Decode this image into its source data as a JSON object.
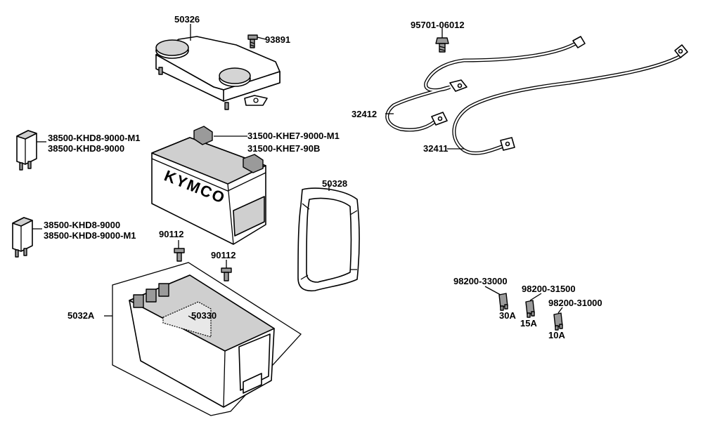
{
  "diagram": {
    "parts": {
      "p50326": "50326",
      "p93891": "93891",
      "p95701": "95701-06012",
      "p32412": "32412",
      "p32411": "32411",
      "relay_top_a": "38500-KHD8-9000-M1",
      "relay_top_b": "38500-KHD8-9000",
      "battery_a": "31500-KHE7-9000-M1",
      "battery_b": "31500-KHE7-90B",
      "p50328": "50328",
      "relay_bot_a": "38500-KHD8-9000",
      "relay_bot_b": "38500-KHD8-9000-M1",
      "bolt_left": "90112",
      "bolt_right": "90112",
      "p5032A": "5032A",
      "p50330": "50330",
      "fuse30_part": "98200-33000",
      "fuse15_part": "98200-31500",
      "fuse10_part": "98200-31000",
      "fuse30_rating": "30A",
      "fuse15_rating": "15A",
      "fuse10_rating": "10A"
    },
    "battery_brand": "KYMCO"
  }
}
